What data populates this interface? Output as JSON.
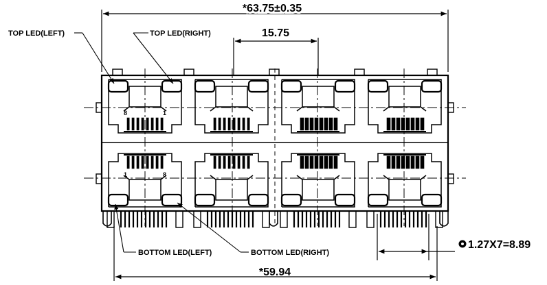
{
  "dimensions": {
    "overall_width": "*63.75±0.35",
    "port_pitch": "15.75",
    "pin_span": "*59.94",
    "pin_pitch": "1.27X7=8.89"
  },
  "labels": {
    "top_led_left": "TOP LED(LEFT)",
    "top_led_right": "TOP LED(RIGHT)",
    "bottom_led_left": "BOTTOM LED(LEFT)",
    "bottom_led_right": "BOTTOM LED(RIGHT)"
  },
  "pin_numbers": {
    "top_left": "8",
    "top_right": "1",
    "bottom_left": "1",
    "bottom_right": "8"
  },
  "symbols": {
    "pin_pitch_marker": "filled-circle-marker"
  }
}
